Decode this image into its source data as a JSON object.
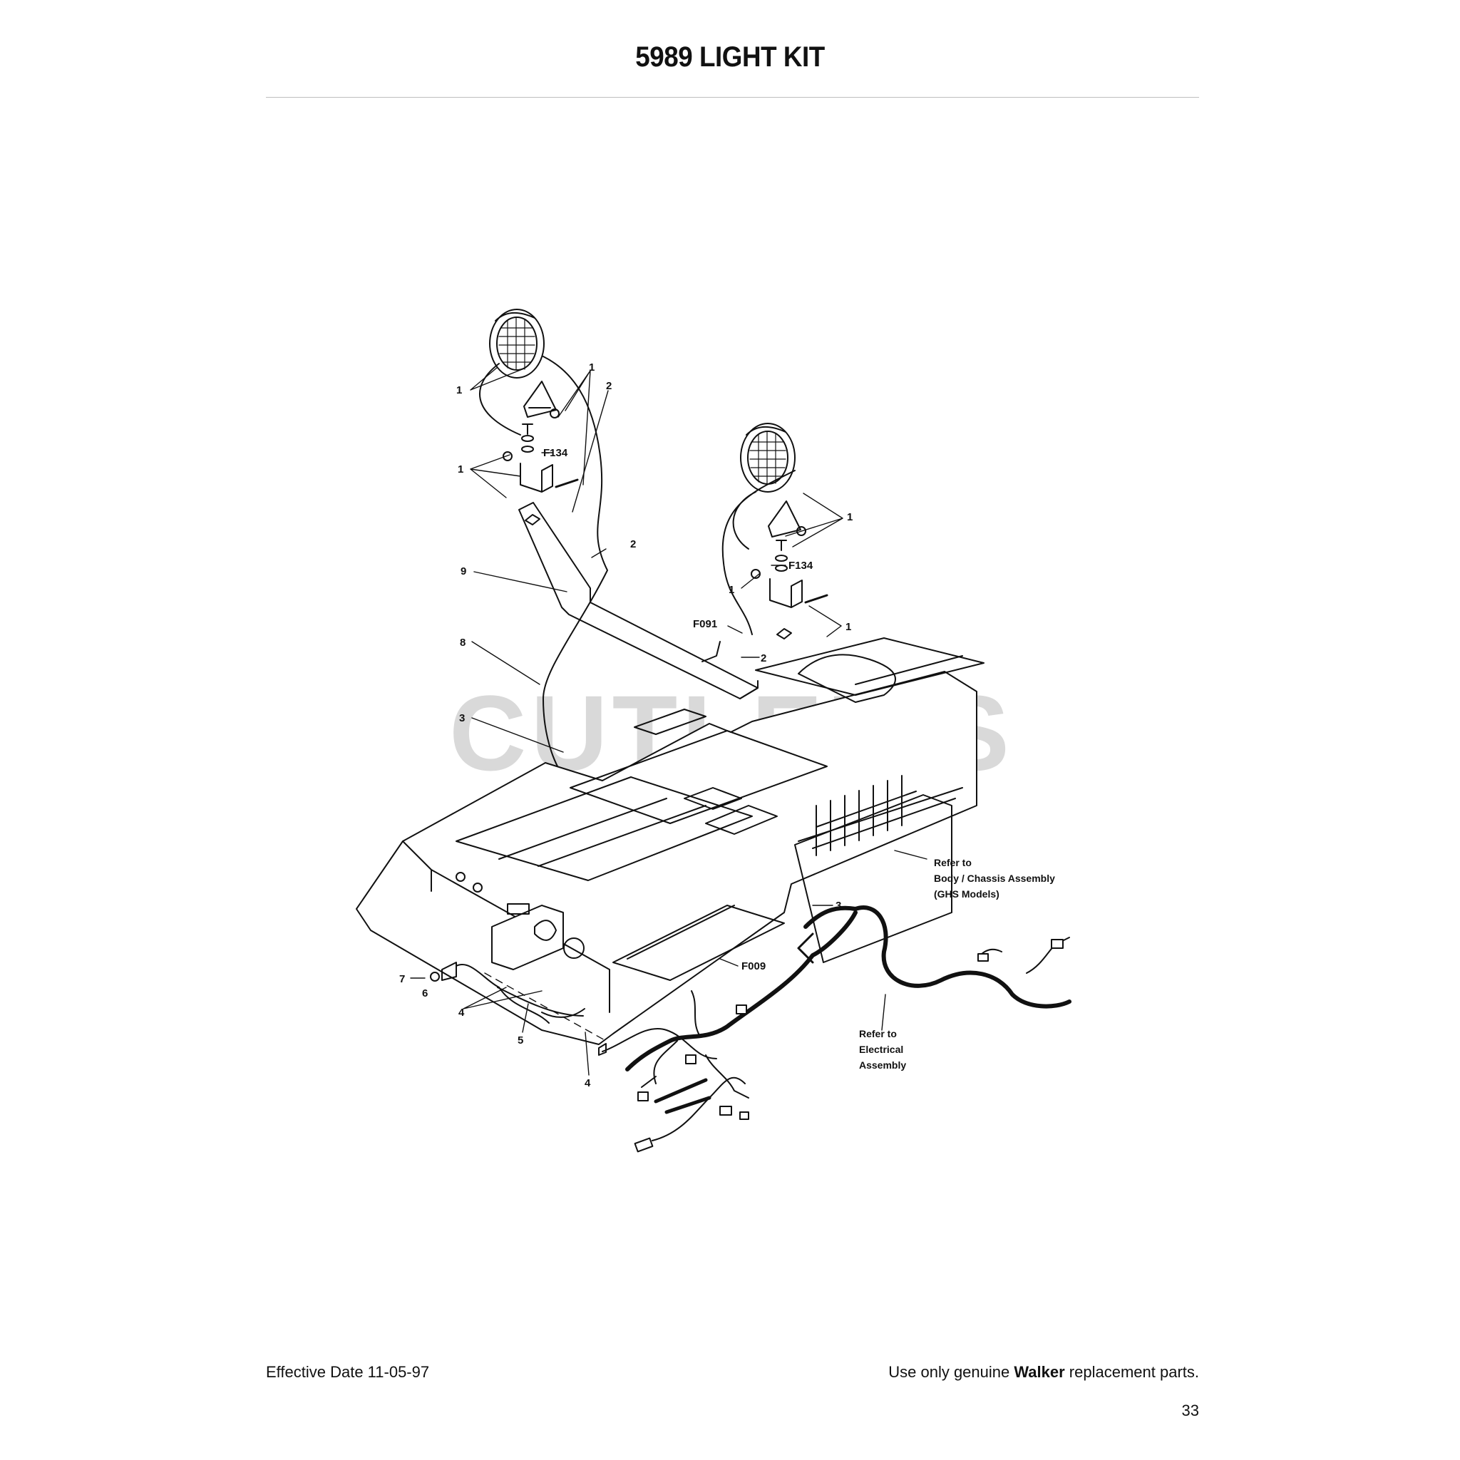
{
  "header": {
    "title": "5989 LIGHT KIT"
  },
  "watermark": {
    "text": "CUTLER'S"
  },
  "callouts": {
    "c1a": "1",
    "c1b": "1",
    "c1c": "1",
    "c2a": "2",
    "c2b": "2",
    "c1d": "1",
    "f134a": "F134",
    "c9": "9",
    "c8": "8",
    "c1e": "1",
    "f134b": "F134",
    "c1f": "1",
    "c1g": "1",
    "f091": "F091",
    "c2c": "2",
    "c3a": "3",
    "c3b": "3",
    "f009": "F009",
    "c7": "7",
    "c6": "6",
    "c4a": "4",
    "c5": "5",
    "c4b": "4"
  },
  "refer_body": {
    "line1": "Refer to",
    "line2": "Body / Chassis Assembly",
    "line3": "(GHS Models)"
  },
  "refer_electrical": {
    "line1": "Refer to",
    "line2": "Electrical",
    "line3": "Assembly"
  },
  "footer": {
    "effective": "Effective Date 11-05-97",
    "note_prefix": "Use only genuine ",
    "brand": "Walker",
    "note_suffix": " replacement parts.",
    "page_number": "33"
  }
}
